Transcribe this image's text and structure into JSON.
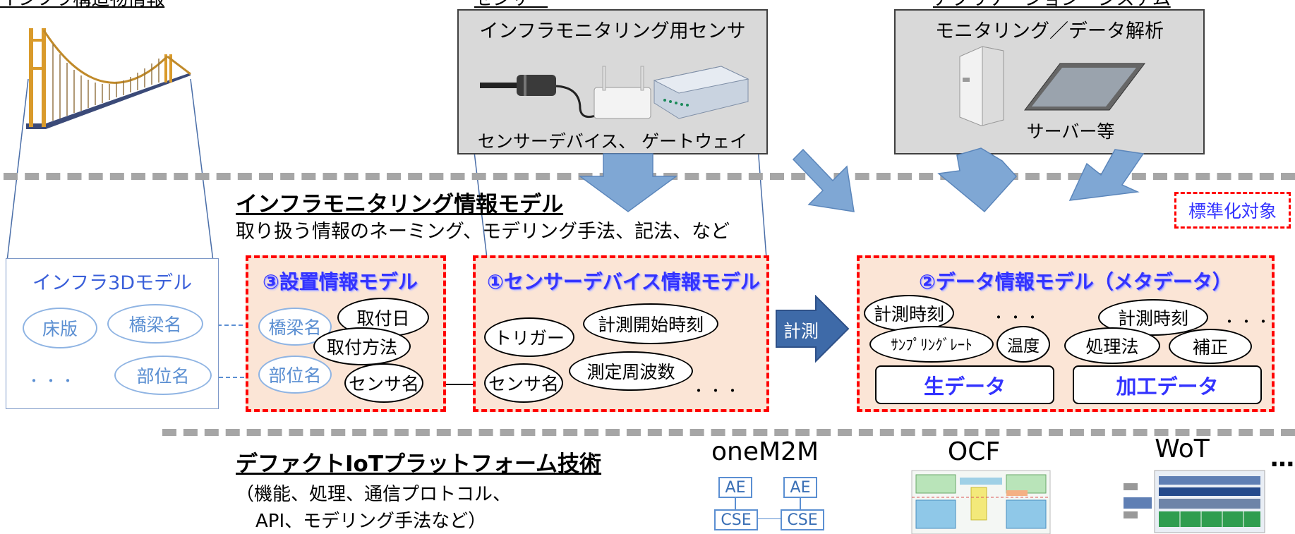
{
  "headers": {
    "left": "インフラ構造物情報",
    "center": "センサー",
    "right": "アプリケーション・システム"
  },
  "sensor_box": {
    "title": "インフラモニタリング用センサ",
    "caption": "センサーデバイス、 ゲートウェイ"
  },
  "app_box": {
    "title": "モニタリング／データ解析",
    "caption": "サーバー等"
  },
  "info_model": {
    "title": "インフラモニタリング情報モデル",
    "subtitle": "取り扱う情報のネーミング、モデリング手法、記法、など"
  },
  "standardization_label": "標準化対象",
  "infra3d": {
    "title": "インフラ3Dモデル",
    "items": [
      "床版",
      "橋梁名",
      "部位名"
    ],
    "ellipsis": "・・・"
  },
  "install_model": {
    "title": "③設置情報モデル",
    "items": [
      "橋梁名",
      "取付日",
      "取付方法",
      "部位名",
      "センサ名"
    ]
  },
  "sensor_model": {
    "title": "①センサーデバイス情報モデル",
    "items": [
      "トリガー",
      "計測開始時刻",
      "測定周波数",
      "センサ名"
    ],
    "ellipsis": "・・・"
  },
  "measure_arrow": "計測",
  "data_model": {
    "title": "②データ情報モデル（メタデータ）",
    "raw": {
      "items": [
        "計測時刻",
        "ｻﾝﾌﾟﾘﾝｸﾞﾚｰﾄ",
        "温度"
      ],
      "label": "生データ",
      "ellipsis": "・・・"
    },
    "processed": {
      "items": [
        "計測時刻",
        "処理法",
        "補正"
      ],
      "label": "加工データ",
      "ellipsis": "・・・"
    }
  },
  "iot_platform": {
    "title": "デファクトIoTプラットフォーム技術",
    "line1": "（機能、処理、通信プロトコル、",
    "line2": "API、モデリング手法など）"
  },
  "platforms": {
    "onem2m": {
      "name": "oneM2M",
      "ae": "AE",
      "cse": "CSE"
    },
    "ocf": {
      "name": "OCF"
    },
    "wot": {
      "name": "WoT"
    },
    "more": "…"
  },
  "colors": {
    "model_title": "#3333ff",
    "red_dash": "#ff0000",
    "model_fill": "#fbe5d6",
    "arrow_fill": "#7fa7d4",
    "light_blue": "#5b8fd2"
  }
}
